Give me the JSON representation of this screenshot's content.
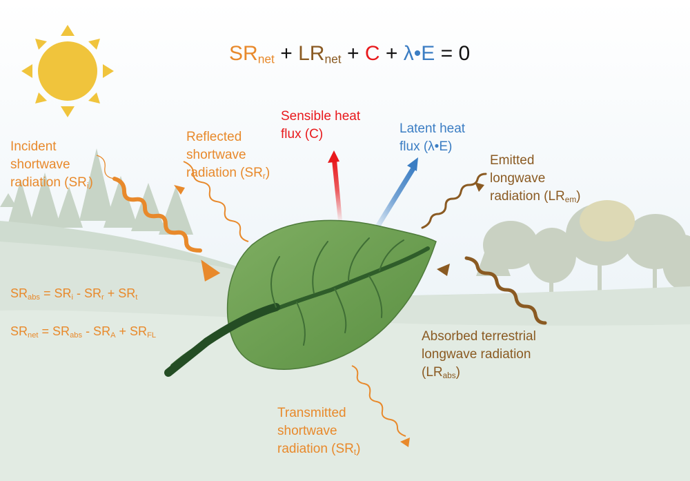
{
  "equation": {
    "sr_net": "SR",
    "sr_net_sub": "net",
    "plus1": "+",
    "lr_net": "LR",
    "lr_net_sub": "net",
    "plus2": "+",
    "c": "C",
    "plus3": "+",
    "lambda_e": "λ•E",
    "equals_zero": "= 0"
  },
  "labels": {
    "incident": {
      "line1": "Incident",
      "line2": "shortwave",
      "line3": "radiation (SR",
      "sub": "i",
      "close": ")"
    },
    "reflected": {
      "line1": "Reflected",
      "line2": "shortwave",
      "line3": "radiation (SR",
      "sub": "r",
      "close": ")"
    },
    "sensible": {
      "line1": "Sensible heat",
      "line2": "flux (C)"
    },
    "latent": {
      "line1": "Latent heat",
      "line2": "flux (λ•E)"
    },
    "emitted": {
      "line1": "Emitted",
      "line2": "longwave",
      "line3": "radiation (LR",
      "sub": "em",
      "close": ")"
    },
    "absorbed": {
      "line1": "Absorbed terrestrial",
      "line2": "longwave radiation",
      "line3": "(LR",
      "sub": "abs",
      "close": ")"
    },
    "transmitted": {
      "line1": "Transmitted",
      "line2": "shortwave",
      "line3": "radiation (SR",
      "sub": "t",
      "close": ")"
    }
  },
  "formulas": {
    "sr_abs": {
      "p1": "SR",
      "s1": "abs",
      "p2": " = SR",
      "s2": "i",
      "p3": " - SR",
      "s3": "r",
      "p4": " + SR",
      "s4": "t"
    },
    "sr_net": {
      "p1": "SR",
      "s1": "net",
      "p2": " = SR",
      "s2": "abs",
      "p3": " - SR",
      "s3": "A",
      "p4": " + SR",
      "s4": "FL"
    }
  },
  "colors": {
    "shortwave": "#e8892b",
    "longwave": "#8a5a22",
    "sensible": "#e8191c",
    "latent": "#3b7dc3",
    "sun": "#f0c43c",
    "leaf": "#6b9f4f",
    "stem": "#244d24"
  },
  "icons": [
    "sun-icon",
    "leaf-icon",
    "tree-icon"
  ]
}
